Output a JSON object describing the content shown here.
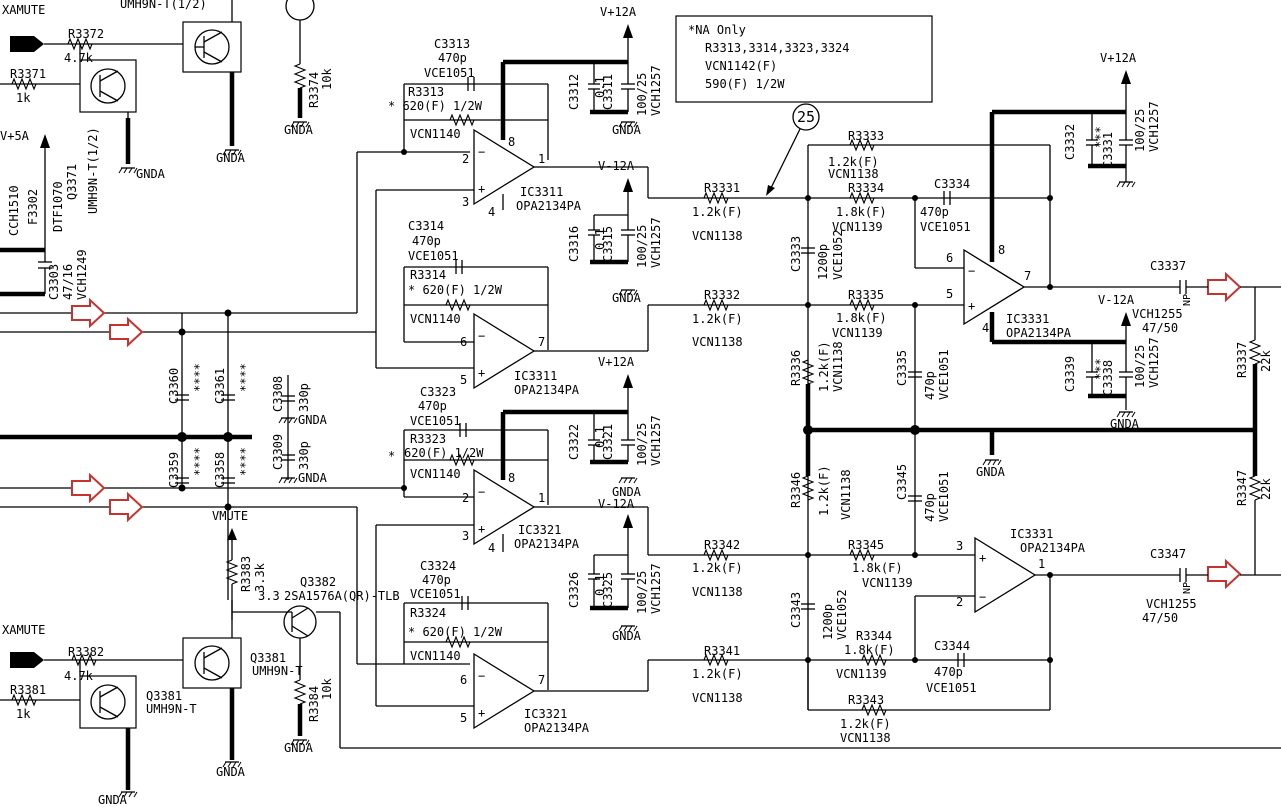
{
  "note_box": {
    "line1": "*NA Only",
    "line2": "R3313,3314,3323,3324",
    "line3": "VCN1142(F)",
    "line4": "590(F) 1/2W"
  },
  "callout": "25",
  "labels": {
    "xamute_top": "XAMUTE",
    "xamute_bottom": "XAMUTE",
    "vmute": "VMUTE",
    "v5a": "V+5A",
    "v12a_1": "V+12A",
    "v12a_2": "V+12A",
    "v12a_3": "V+12A",
    "vm12a_1": "V-12A",
    "vm12a_2": "V-12A",
    "vm12a_3": "V-12A",
    "gnda_1": "GNDA",
    "gnda_2": "GNDA",
    "gnda_3": "GNDA",
    "gnda_4": "GNDA",
    "gnda_5": "GNDA",
    "gnda_6": "GNDA",
    "gnda_7": "GNDA",
    "gnda_8": "GNDA",
    "gnda_9": "GNDA",
    "gnda_10": "GNDA",
    "gnda_11": "GNDA",
    "gnda_12": "GNDA",
    "gnda_13": "GNDA",
    "gnda_14": "GNDA"
  },
  "transistors": {
    "q3371": {
      "ref": "Q3371",
      "part": "UMH9N-T(1/2)"
    },
    "q3371_top": {
      "part": "UMH9N-T(1/2)"
    },
    "q3381": {
      "ref": "Q3381",
      "part": "UMH9N-T"
    },
    "q3382": {
      "ref": "Q3382",
      "part": "2SA1576A(QR)-TLB"
    },
    "q3382_num": "3.3",
    "q3381b": {
      "ref": "Q3381",
      "part": "UMH9N-T"
    }
  },
  "resistors": {
    "r3372": {
      "ref": "R3372",
      "value": "4.7k"
    },
    "r3371": {
      "ref": "R3371",
      "value": "1k"
    },
    "r3374": {
      "ref": "R3374",
      "value": "10k"
    },
    "r3382": {
      "ref": "R3382",
      "value": "4.7k"
    },
    "r3381": {
      "ref": "R3381",
      "value": "1k"
    },
    "r3383": {
      "ref": "R3383",
      "value": "3.3k"
    },
    "r3384": {
      "ref": "R3384",
      "value": "10k"
    },
    "r3313": {
      "ref": "R3313",
      "value": "* 620(F) 1/2W",
      "part": "VCN1140"
    },
    "r3314": {
      "ref": "R3314",
      "value": "* 620(F) 1/2W",
      "part": "VCN1140"
    },
    "r3323": {
      "ref": "R3323",
      "value": "620(F) 1/2W",
      "part": "VCN1140",
      "star": "*"
    },
    "r3324": {
      "ref": "R3324",
      "value": "* 620(F) 1/2W",
      "part": "VCN1140"
    },
    "r3331": {
      "ref": "R3331",
      "value": "1.2k(F)",
      "part": "VCN1138"
    },
    "r3332": {
      "ref": "R3332",
      "value": "1.2k(F)",
      "part": "VCN1138"
    },
    "r3341": {
      "ref": "R3341",
      "value": "1.2k(F)",
      "part": "VCN1138"
    },
    "r3342": {
      "ref": "R3342",
      "value": "1.2k(F)",
      "part": "VCN1138"
    },
    "r3333": {
      "ref": "R3333",
      "value": "1.2k(F)",
      "part": "VCN1138"
    },
    "r3334": {
      "ref": "R3334",
      "value": "1.8k(F)",
      "part": "VCN1139"
    },
    "r3335": {
      "ref": "R3335",
      "value": "1.8k(F)",
      "part": "VCN1139"
    },
    "r3336": {
      "ref": "R3336",
      "value": "1.2k(F)",
      "part": "VCN1138"
    },
    "r3343": {
      "ref": "R3343",
      "value": "1.2k(F)",
      "part": "VCN1138"
    },
    "r3344": {
      "ref": "R3344",
      "value": "1.8k(F)",
      "part": "VCN1139"
    },
    "r3345": {
      "ref": "R3345",
      "value": "1.8k(F)",
      "part": "VCN1139"
    },
    "r3346": {
      "ref": "R3346",
      "value": "1.2k(F)",
      "part": "VCN1138"
    },
    "r3337": {
      "ref": "R3337",
      "value": "22k"
    },
    "r3347": {
      "ref": "R3347",
      "value": "22k"
    }
  },
  "capacitors": {
    "c3313": {
      "ref": "C3313",
      "value": "470p",
      "part": "VCE1051"
    },
    "c3314": {
      "ref": "C3314",
      "value": "470p",
      "part": "VCE1051"
    },
    "c3323": {
      "ref": "C3323",
      "value": "470p",
      "part": "VCE1051"
    },
    "c3324": {
      "ref": "C3324",
      "value": "470p",
      "part": "VCE1051"
    },
    "c3311": {
      "ref": "C3311",
      "value": "100/25",
      "part": "VCH1257"
    },
    "c3312": {
      "ref": "C3312",
      "value": "0.1"
    },
    "c3315": {
      "ref": "C3315",
      "value": "100/25",
      "part": "VCH1257"
    },
    "c3316": {
      "ref": "C3316",
      "value": "0.1"
    },
    "c3321": {
      "ref": "C3321",
      "value": "100/25",
      "part": "VCH1257"
    },
    "c3322": {
      "ref": "C3322",
      "value": "0.1"
    },
    "c3325": {
      "ref": "C3325",
      "value": "100/25",
      "part": "VCH1257"
    },
    "c3326": {
      "ref": "C3326",
      "value": "0.1"
    },
    "c3333": {
      "ref": "C3333",
      "value": "1200p",
      "part": "VCE1052"
    },
    "c3343": {
      "ref": "C3343",
      "value": "1200p",
      "part": "VCE1052"
    },
    "c3334": {
      "ref": "C3334",
      "value": "470p",
      "part": "VCE1051"
    },
    "c3344": {
      "ref": "C3344",
      "value": "470p",
      "part": "VCE1051"
    },
    "c3335": {
      "ref": "C3335",
      "value": "470p",
      "part": "VCE1051"
    },
    "c3345": {
      "ref": "C3345",
      "value": "470p",
      "part": "VCE1051"
    },
    "c3331": {
      "ref": "C3331",
      "value": "100/25",
      "part": "VCH1257"
    },
    "c3332": {
      "ref": "C3332",
      "value": "***"
    },
    "c3338": {
      "ref": "C3338",
      "value": "100/25",
      "part": "VCH1257"
    },
    "c3339": {
      "ref": "C3339",
      "value": "***"
    },
    "c3337": {
      "ref": "C3337",
      "value": "47/50",
      "part": "VCH1255",
      "np": "NP"
    },
    "c3347": {
      "ref": "C3347",
      "value": "47/50",
      "part": "VCH1255",
      "np": "NP"
    },
    "c3360": {
      "ref": "C3360",
      "value": "****"
    },
    "c3361": {
      "ref": "C3361",
      "value": "****"
    },
    "c3358": {
      "ref": "C3358",
      "value": "****"
    },
    "c3359": {
      "ref": "C3359",
      "value": "****"
    },
    "c3308": {
      "ref": "C3308",
      "value": "330p"
    },
    "c3309": {
      "ref": "C3309",
      "value": "330p"
    },
    "c3303": {
      "ref": "C3303",
      "value": "47/16",
      "part": "VCH1249"
    },
    "f3302": {
      "ref": "F3302",
      "part": "DTF1070"
    },
    "cch1510": "CCH1510"
  },
  "ics": {
    "ic3311a": {
      "ref": "IC3311",
      "part": "OPA2134PA",
      "pins": [
        "8",
        "2",
        "3",
        "1",
        "4"
      ]
    },
    "ic3311b": {
      "ref": "IC3311",
      "part": "OPA2134PA",
      "pins": [
        "6",
        "5",
        "7"
      ]
    },
    "ic3321a": {
      "ref": "IC3321",
      "part": "OPA2134PA",
      "pins": [
        "8",
        "2",
        "3",
        "1",
        "4"
      ]
    },
    "ic3321b": {
      "ref": "IC3321",
      "part": "OPA2134PA",
      "pins": [
        "6",
        "5",
        "7"
      ]
    },
    "ic3331a": {
      "ref": "IC3331",
      "part": "OPA2134PA",
      "pins": [
        "8",
        "6",
        "5",
        "7",
        "4"
      ]
    },
    "ic3331b": {
      "ref": "IC3331",
      "part": "OPA2134PA",
      "pins": [
        "3",
        "2",
        "1"
      ]
    }
  },
  "arrow_color": "#c8322e"
}
